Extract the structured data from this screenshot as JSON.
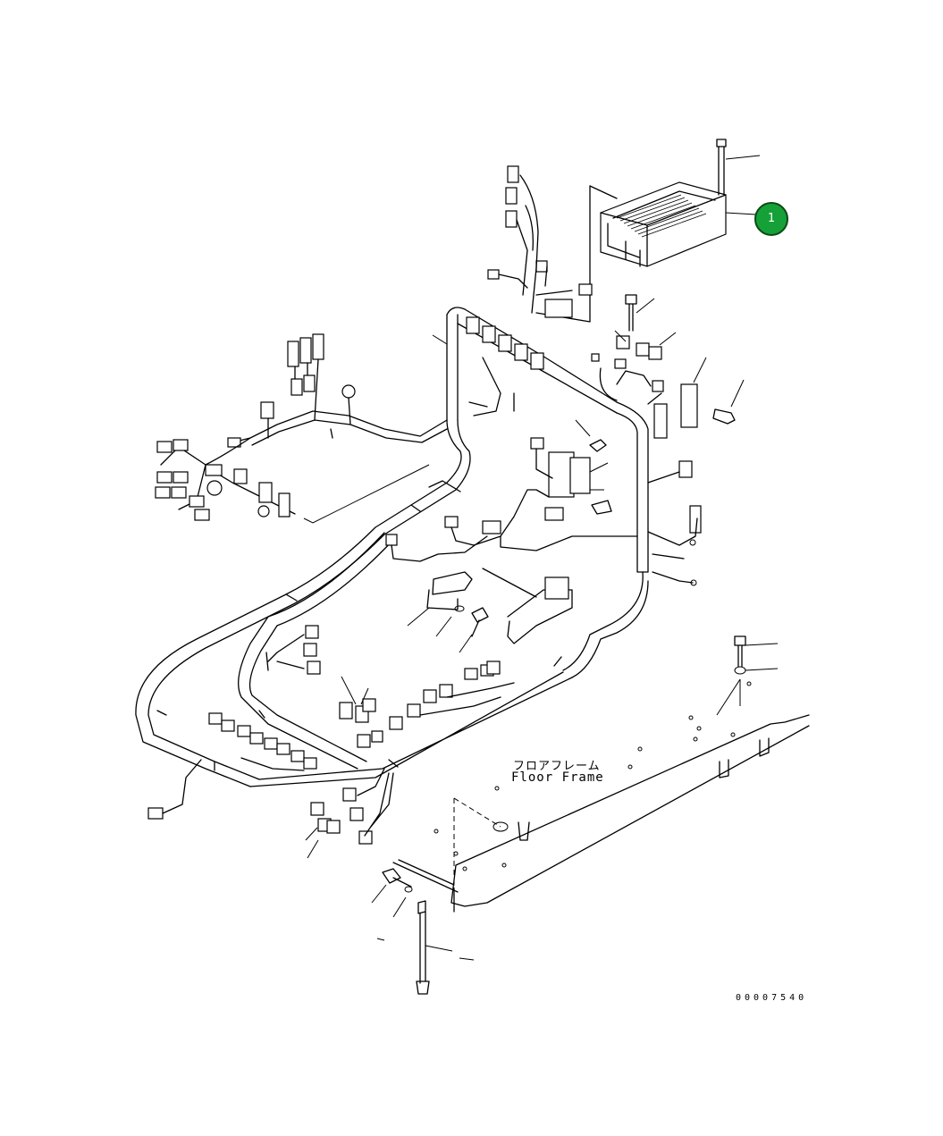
{
  "labels": {
    "floor_frame_jp": "フロアフレーム",
    "floor_frame_en": "Floor Frame",
    "drawing_number": "00007540"
  },
  "callouts": [
    {
      "number": "1",
      "color": "#15a038",
      "part": "controller-unit"
    }
  ],
  "colors": {
    "line": "#000000",
    "background": "#ffffff",
    "callout_fill": "#15a038",
    "callout_border": "#0b4a17"
  }
}
